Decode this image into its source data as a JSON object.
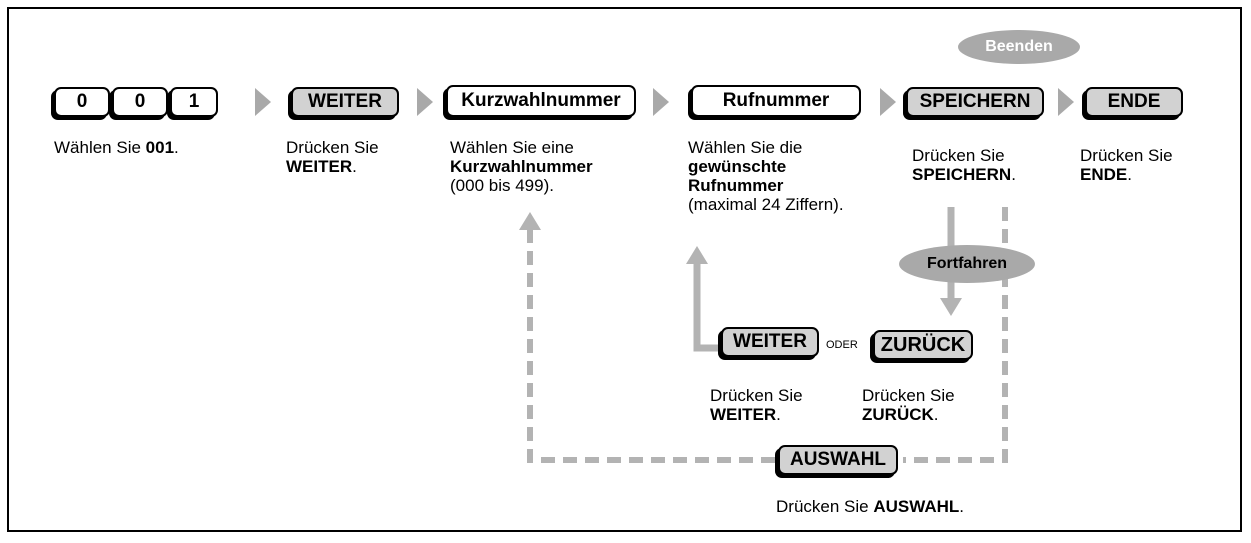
{
  "keys": {
    "d0a": "0",
    "d0b": "0",
    "d1": "1",
    "weiter": "WEITER",
    "kurzwahl": "Kurzwahlnummer",
    "rufnummer": "Rufnummer",
    "speichern": "SPEICHERN",
    "ende": "ENDE",
    "weiter2": "WEITER",
    "zurueck": "ZURÜCK",
    "auswahl": "AUSWAHL"
  },
  "pills": {
    "beenden": "Beenden",
    "fortfahren": "Fortfahren"
  },
  "oder": "ODER",
  "steps": {
    "s1": {
      "pre": "Wählen Sie ",
      "bold": "001",
      "post": "."
    },
    "s2": {
      "line1": "Drücken Sie",
      "bold": "WEITER",
      "post": "."
    },
    "s3": {
      "line1": "Wählen Sie eine",
      "bold": "Kurzwahlnummer",
      "line3": "(000 bis 499)."
    },
    "s4": {
      "line1": "Wählen Sie die",
      "bold1": "gewünschte",
      "bold2": "Rufnummer",
      "line4": "(maximal 24 Ziffern)."
    },
    "s5": {
      "line1": "Drücken Sie",
      "bold": "SPEICHERN",
      "post": "."
    },
    "s6": {
      "line1": "Drücken Sie",
      "bold": "ENDE",
      "post": "."
    },
    "s7": {
      "line1": "Drücken Sie",
      "bold": "WEITER",
      "post": "."
    },
    "s8": {
      "line1": "Drücken Sie",
      "bold": "ZURÜCK",
      "post": "."
    },
    "s9": {
      "pre": "Drücken Sie ",
      "bold": "AUSWAHL",
      "post": "."
    }
  },
  "colors": {
    "connector": "#b3b3b3",
    "pill": "#a9a9a9",
    "key_shaded": "#d2d2d2",
    "arrow": "#a9a9a9"
  }
}
